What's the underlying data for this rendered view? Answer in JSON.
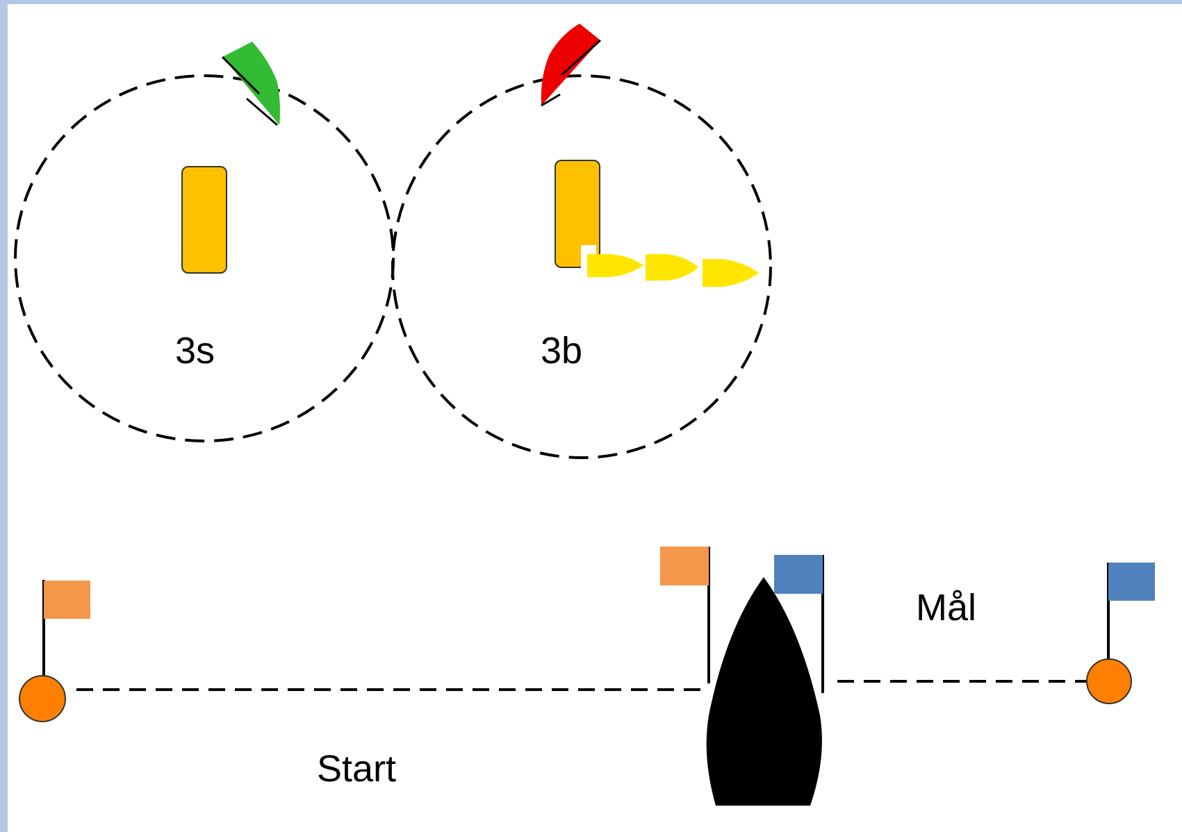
{
  "labels": {
    "mark_left": "3s",
    "mark_right": "3b",
    "start": "Start",
    "finish": "Mål"
  },
  "colors": {
    "frame": "#b4c7e7",
    "mark": "#ffc000",
    "green_boat": "#33bb33",
    "red_boat": "#ee0000",
    "yellow_boats": "#ffe600",
    "buoy": "#ff7f00",
    "orange_flag": "#f4974b",
    "blue_flag": "#4f81bd",
    "committee_boat": "#000000"
  },
  "icons": {
    "green_boat": "sailboat-icon",
    "red_boat": "sailboat-icon",
    "yellow_boats": "sailboat-icon",
    "committee_boat": "committee-boat-icon",
    "buoy": "buoy-icon",
    "flag": "flag-icon"
  }
}
